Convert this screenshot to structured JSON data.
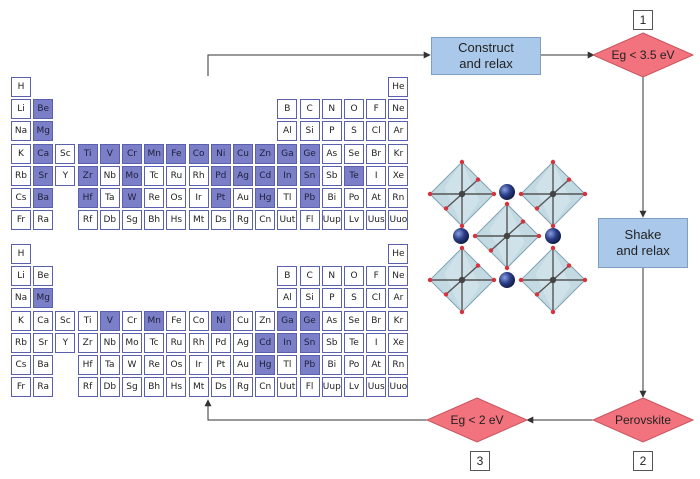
{
  "flow": {
    "construct": "Construct\nand relax",
    "shake": "Shake\nand relax",
    "condition1": "Eg < 3.5 eV",
    "condition2": "Perovskite",
    "condition3": "Eg < 2 eV",
    "step1": "1",
    "step2": "2",
    "step3": "3"
  },
  "colors": {
    "cell_border": "#5a5fb0",
    "cell_highlight": "#7b7fc8",
    "box_fill": "#a9c8ea",
    "diamond_fill": "#f2737d",
    "octahedron": "#b9d3de",
    "sphere": "#2c3f8a"
  },
  "periodic_table": {
    "rows": [
      [
        "H",
        "",
        "",
        "",
        "",
        "",
        "",
        "",
        "",
        "",
        "",
        "",
        "",
        "",
        "",
        "",
        "",
        "He"
      ],
      [
        "Li",
        "Be",
        "",
        "",
        "",
        "",
        "",
        "",
        "",
        "",
        "",
        "",
        "B",
        "C",
        "N",
        "O",
        "F",
        "Ne"
      ],
      [
        "Na",
        "Mg",
        "",
        "",
        "",
        "",
        "",
        "",
        "",
        "",
        "",
        "",
        "Al",
        "Si",
        "P",
        "S",
        "Cl",
        "Ar"
      ],
      [
        "K",
        "Ca",
        "Sc",
        "Ti",
        "V",
        "Cr",
        "Mn",
        "Fe",
        "Co",
        "Ni",
        "Cu",
        "Zn",
        "Ga",
        "Ge",
        "As",
        "Se",
        "Br",
        "Kr"
      ],
      [
        "Rb",
        "Sr",
        "Y",
        "Zr",
        "Nb",
        "Mo",
        "Tc",
        "Ru",
        "Rh",
        "Pd",
        "Ag",
        "Cd",
        "In",
        "Sn",
        "Sb",
        "Te",
        "I",
        "Xe"
      ],
      [
        "Cs",
        "Ba",
        "",
        "Hf",
        "Ta",
        "W",
        "Re",
        "Os",
        "Ir",
        "Pt",
        "Au",
        "Hg",
        "Tl",
        "Pb",
        "Bi",
        "Po",
        "At",
        "Rn"
      ],
      [
        "Fr",
        "Ra",
        "",
        "Rf",
        "Db",
        "Sg",
        "Bh",
        "Hs",
        "Mt",
        "Ds",
        "Rg",
        "Cn",
        "Uut",
        "Fl",
        "Uup",
        "Lv",
        "Uus",
        "Uuo"
      ]
    ]
  },
  "top_table_highlighted": [
    "Be",
    "Mg",
    "Ca",
    "Ti",
    "V",
    "Cr",
    "Mn",
    "Fe",
    "Co",
    "Ni",
    "Cu",
    "Zn",
    "Ga",
    "Ge",
    "Sr",
    "Zr",
    "Mo",
    "Pd",
    "Ag",
    "Cd",
    "In",
    "Sn",
    "Te",
    "Ba",
    "Hf",
    "W",
    "Pt",
    "Hg",
    "Pb"
  ],
  "bottom_table_highlighted": [
    "Mg",
    "V",
    "Mn",
    "Ni",
    "Ga",
    "Ge",
    "Cd",
    "In",
    "Sn",
    "Hg",
    "Pb"
  ]
}
